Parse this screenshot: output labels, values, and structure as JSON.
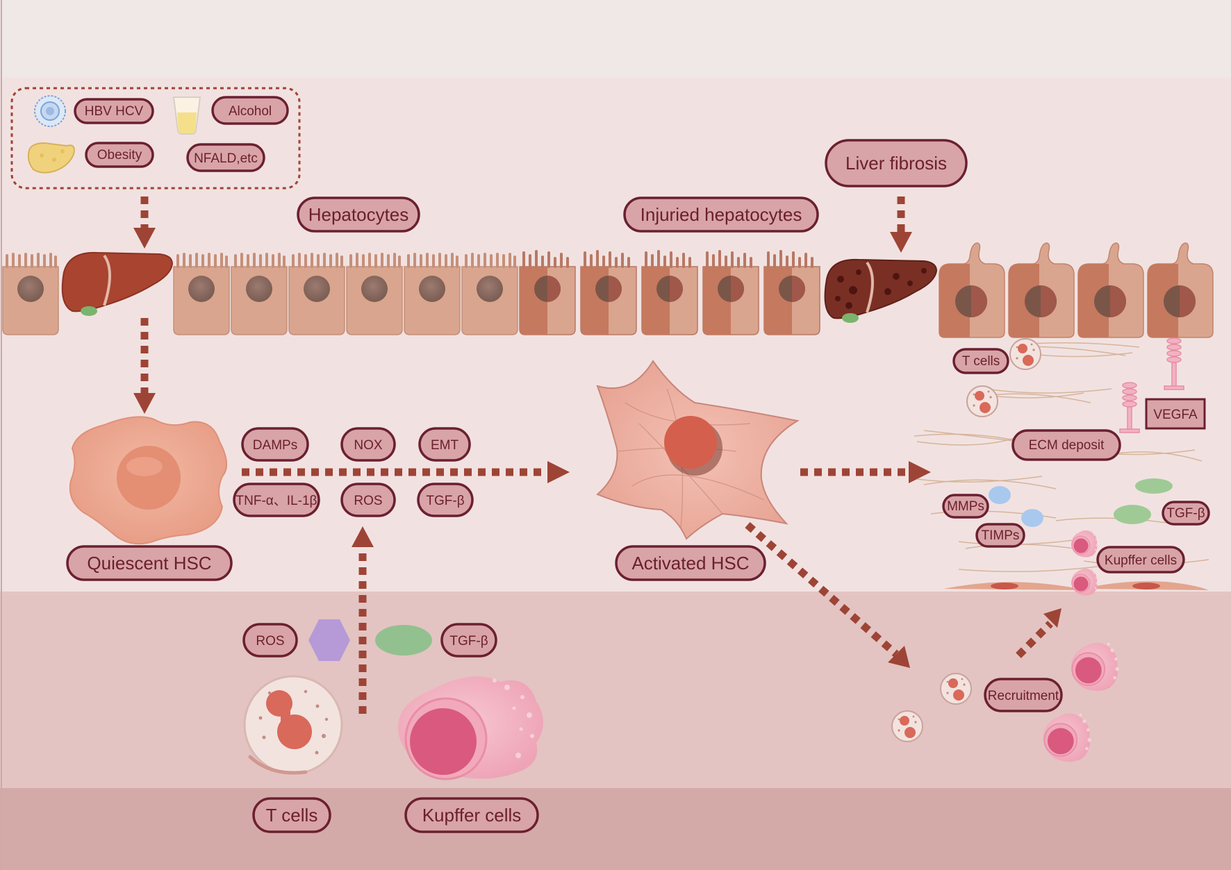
{
  "risk_factors": {
    "virus": "HBV HCV",
    "alcohol": "Alcohol",
    "obesity": "Obesity",
    "nafld": "NFALD,etc"
  },
  "hepatocytes": "Hepatocytes",
  "injured_hepatocytes": "Injuried hepatocytes",
  "liver_fibrosis": "Liver fibrosis",
  "quiescent_hsc": "Quiescent HSC",
  "activated_hsc": "Activated HSC",
  "mediators": {
    "damps": "DAMPs",
    "nox": "NOX",
    "emt": "EMT",
    "tnf": "TNF-α、IL-1β",
    "ros": "ROS",
    "tgf": "TGF-β"
  },
  "immune_factors": {
    "ros": "ROS",
    "tgf": "TGF-β"
  },
  "t_cells": "T cells",
  "kupffer_cells": "Kupffer cells",
  "fibrosis_panel": {
    "t_cells": "T cells",
    "vegfa": "VEGFA",
    "ecm": "ECM deposit",
    "mmps": "MMPs",
    "tgf": "TGF-β",
    "timps": "TIMPs",
    "kupffer": "Kupffer cells"
  },
  "recruitment": "Recruitment",
  "colors": {
    "background_top": "#efe7e6",
    "background_mid": "#f2e4e3",
    "background_low": "#e4c5c3",
    "background_bottom": "#d7adab",
    "pill_fill": "#d8a4a8",
    "pill_stroke": "#6b2030",
    "arrow": "#9e4436",
    "hepatocyte": "#d9a58e",
    "injured_hepatocyte": "#c5795f"
  }
}
